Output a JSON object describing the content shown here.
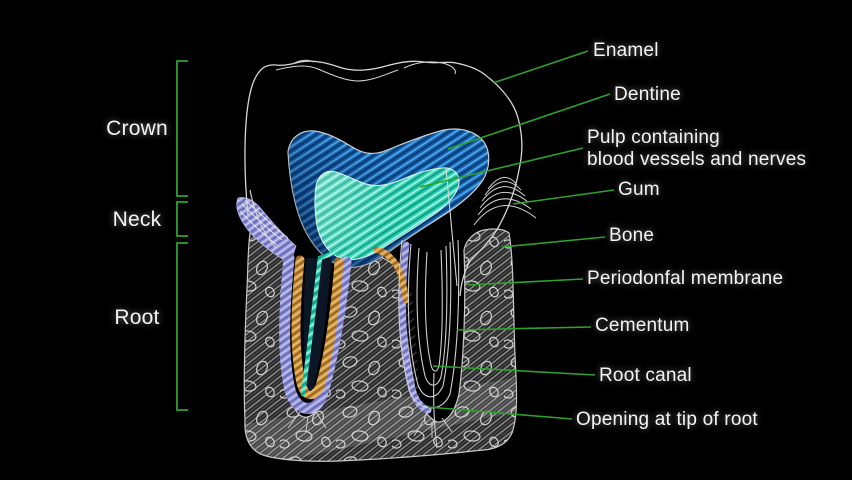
{
  "title": "Tooth cross-section diagram",
  "colors": {
    "background": "#000000",
    "label_text": "#f4f4f4",
    "leader_green": "#2ca32c",
    "outline_white": "#d6d6d6",
    "dentine_blue": "#1a6dc0",
    "pulp_cyan": "#45e3c6",
    "gum_cementum_lavender": "#9092d6",
    "membrane_orange": "#c9913a",
    "bone_gray": "#8c8c8c"
  },
  "left_labels": [
    {
      "id": "crown",
      "text": "Crown"
    },
    {
      "id": "neck",
      "text": "Neck"
    },
    {
      "id": "root",
      "text": "Root"
    }
  ],
  "right_labels": [
    {
      "id": "enamel",
      "text": "Enamel"
    },
    {
      "id": "dentine",
      "text": "Dentine"
    },
    {
      "id": "pulp",
      "text": "Pulp containing",
      "text2": "blood vessels and nerves"
    },
    {
      "id": "gum",
      "text": "Gum"
    },
    {
      "id": "bone",
      "text": "Bone"
    },
    {
      "id": "periodontal",
      "text": "Periodonfal membrane"
    },
    {
      "id": "cementum",
      "text": "Cementum"
    },
    {
      "id": "root_canal",
      "text": "Root canal"
    },
    {
      "id": "opening",
      "text": "Opening at tip of root"
    }
  ]
}
